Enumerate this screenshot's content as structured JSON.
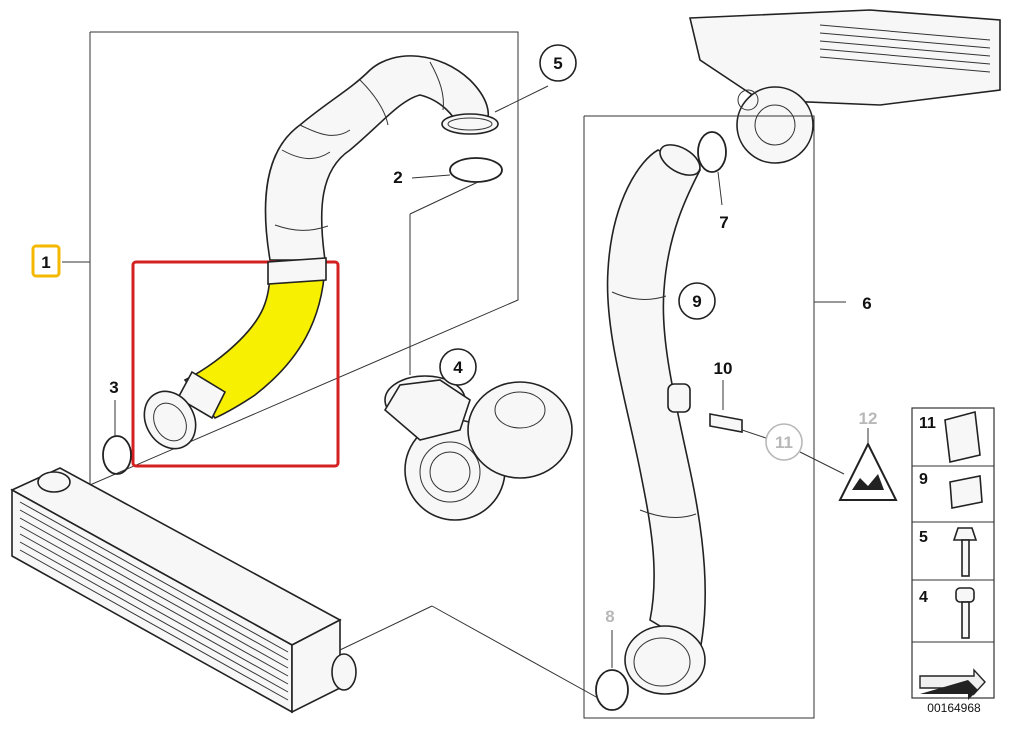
{
  "callouts": {
    "c1": "1",
    "c2": "2",
    "c3": "3",
    "c4": "4",
    "c5": "5",
    "c6": "6",
    "c7": "7",
    "c8": "8",
    "c9": "9",
    "c10": "10",
    "c11": "11",
    "c12": "12"
  },
  "side_panel": {
    "items": [
      "11",
      "9",
      "5",
      "4"
    ]
  },
  "document_number": "00164968",
  "colors": {
    "highlight_part": "#f7f000",
    "highlight_box": "#d42020",
    "label_1_badge": "#f5b800",
    "greyed_label": "#b8b8b8"
  }
}
